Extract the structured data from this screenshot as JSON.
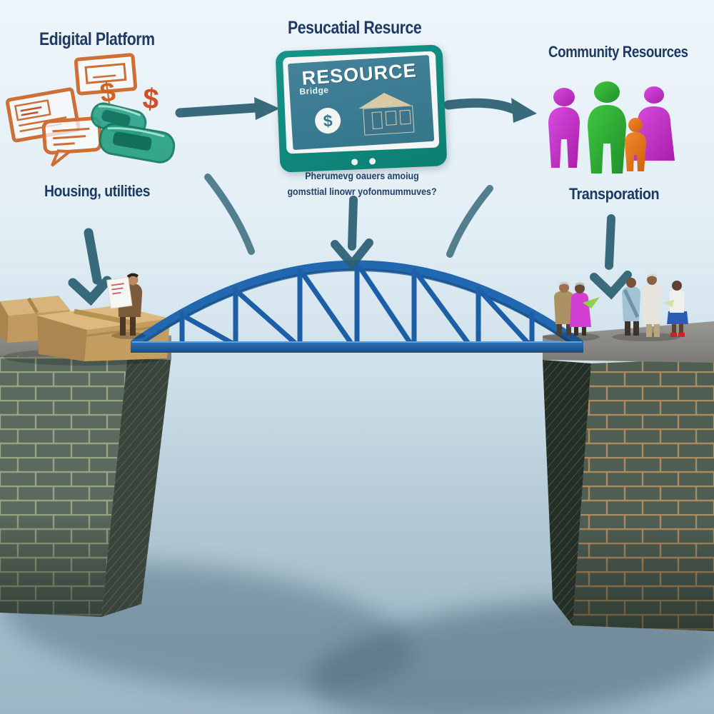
{
  "labels": {
    "digital_platform": "Edigital Platform",
    "educational_resource": "Pesucatial Resurce",
    "community_resources": "Community Resources",
    "housing_utilities": "Housing, utilities",
    "transportation": "Transporation"
  },
  "caption": {
    "line1": "Pherumevg oauers amoiug",
    "line2": "gomsttial linowr yofonmummuves?"
  },
  "tablet": {
    "title": "RESOURCE",
    "subtitle": "Bridge",
    "dollar_symbol": "$"
  },
  "sketch": {
    "dollar_left": "$",
    "dollar_right": "$"
  },
  "colors": {
    "label_navy": "#1c3a63",
    "arrow_teal": "#2b5f72",
    "bridge_blue": "#2268b0",
    "tablet_frame_teal": "#0c7f72",
    "tablet_screen_teal": "#3a7b90",
    "sketch_orange": "#cf6e35",
    "phone_teal": "#29a287",
    "figure_magenta": "#c32cc3",
    "figure_green": "#2fae35",
    "figure_orange": "#e0761c",
    "brick_left": "#5a6a5e",
    "brick_right": "#4e5e53",
    "ledge_concrete": "#908e8a",
    "background_top": "#eef5fa",
    "background_bottom": "#9cb6c5"
  }
}
